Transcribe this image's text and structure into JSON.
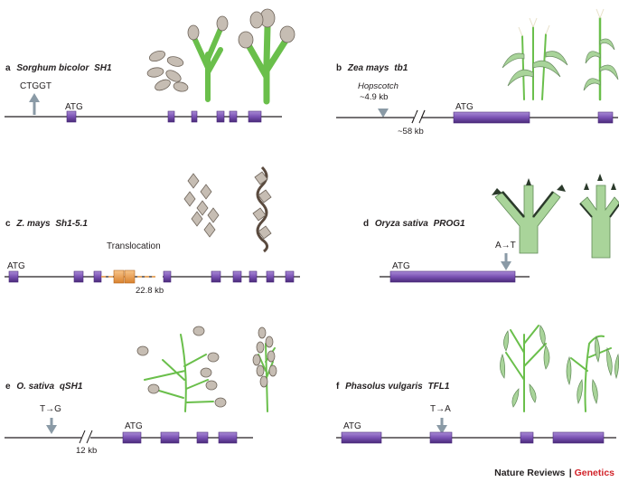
{
  "panels": [
    {
      "letter": "a",
      "species": "Sorghum bicolor",
      "gene": "SH1",
      "atg": "ATG",
      "mutation": "CTGGT"
    },
    {
      "letter": "b",
      "species": "Zea mays",
      "gene": "tb1",
      "atg": "ATG",
      "element": "Hopscotch",
      "element_size": "~4.9 kb",
      "distance": "~58 kb"
    },
    {
      "letter": "c",
      "species": "Z. mays",
      "gene": "Sh1-5.1",
      "atg": "ATG",
      "event": "Translocation",
      "distance": "22.8 kb"
    },
    {
      "letter": "d",
      "species": "Oryza sativa",
      "gene": "PROG1",
      "atg": "ATG",
      "mutation": "A→T"
    },
    {
      "letter": "e",
      "species": "O. sativa",
      "gene": "qSH1",
      "atg": "ATG",
      "mutation": "T→G",
      "distance": "12 kb"
    },
    {
      "letter": "f",
      "species": "Phasolus vulgaris",
      "gene": "TFL1",
      "atg": "ATG",
      "mutation": "T→A"
    }
  ],
  "footer": {
    "journal": "Nature Reviews",
    "separator": " | ",
    "section": "Genetics"
  },
  "colors": {
    "exon": "#7a52b3",
    "exon_dark": "#4a2a7a",
    "insertion": "#f0a04b",
    "arrow": "#8a9aa6",
    "plant_green": "#a9d49a",
    "footer_accent": "#d2232a"
  }
}
